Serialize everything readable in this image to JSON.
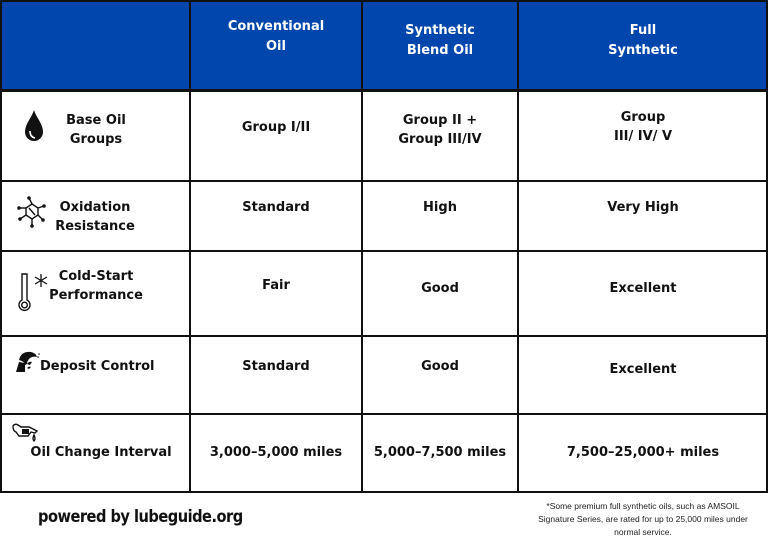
{
  "table": {
    "header_color": "#0046ad",
    "columns": [
      {
        "label": "Conventional\nOil"
      },
      {
        "label": "Synthetic\nBlend Oil"
      },
      {
        "label": "Full\nSynthetic"
      }
    ],
    "rows": [
      {
        "label": "Base Oil\nGroups",
        "icon": "oil-drop-icon",
        "values": [
          "Group I/II",
          "Group II +\nGroup III/IV",
          "Group\nIII/ IV/ V"
        ]
      },
      {
        "label": "Oxidation\nResistance",
        "icon": "molecule-icon",
        "values": [
          "Standard",
          "High",
          "Very High"
        ]
      },
      {
        "label": "Cold-Start\nPerformance",
        "icon": "thermometer-snowflake-icon",
        "values": [
          "Fair",
          "Good",
          "Excellent"
        ]
      },
      {
        "label": "Deposit Control",
        "icon": "deposit-icon",
        "values": [
          "Standard",
          "Good",
          "Excellent"
        ]
      },
      {
        "label": "Oil Change Interval",
        "icon": "oil-can-icon",
        "values": [
          "3,000–5,000 miles",
          "5,000–7,500 miles",
          "7,500–25,000+ miles"
        ]
      }
    ]
  },
  "footer": {
    "brand": "powered by lubeguide.org",
    "footnote": "*Some premium full synthetic oils, such as AMSOIL Signature Series, are rated for up to 25,000 miles under normal service."
  }
}
